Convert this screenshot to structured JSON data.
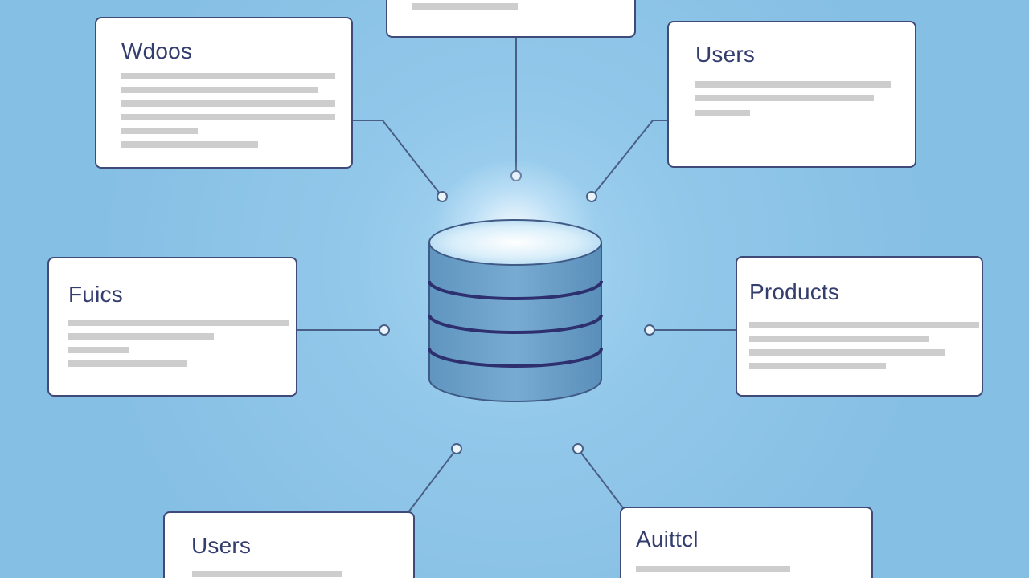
{
  "diagram": {
    "center": {
      "icon": "database-icon"
    },
    "cards": [
      {
        "id": "top",
        "title": ""
      },
      {
        "id": "top-left",
        "title": "Wdoos"
      },
      {
        "id": "top-right",
        "title": "Users"
      },
      {
        "id": "mid-left",
        "title": "Fuics"
      },
      {
        "id": "mid-right",
        "title": "Products"
      },
      {
        "id": "bottom-left",
        "title": "Users"
      },
      {
        "id": "bottom-right",
        "title": "Auittcl"
      }
    ]
  }
}
